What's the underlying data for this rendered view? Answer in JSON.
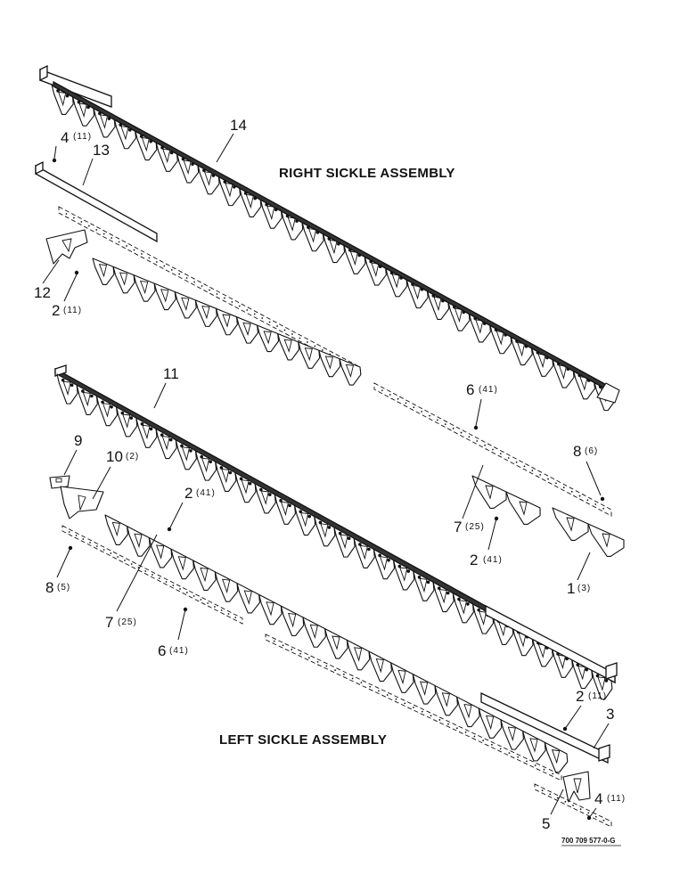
{
  "titles": {
    "right": "RIGHT SICKLE ASSEMBLY",
    "left": "LEFT SICKLE ASSEMBLY"
  },
  "part_code": "700 709 577-0-G",
  "callouts": [
    {
      "id": "c14",
      "number": "14",
      "qty": ""
    },
    {
      "id": "c13",
      "number": "13",
      "qty": ""
    },
    {
      "id": "c4a",
      "number": "4",
      "qty": "(11)"
    },
    {
      "id": "c12",
      "number": "12",
      "qty": ""
    },
    {
      "id": "c2a",
      "number": "2",
      "qty": "(11)"
    },
    {
      "id": "c11",
      "number": "11",
      "qty": ""
    },
    {
      "id": "c6a",
      "number": "6",
      "qty": "(41)"
    },
    {
      "id": "c8a",
      "number": "8",
      "qty": "(6)"
    },
    {
      "id": "c9",
      "number": "9",
      "qty": ""
    },
    {
      "id": "c10",
      "number": "10",
      "qty": "(2)"
    },
    {
      "id": "c2b",
      "number": "2",
      "qty": "(41)"
    },
    {
      "id": "c7a",
      "number": "7",
      "qty": "(25)"
    },
    {
      "id": "c2c",
      "number": "2",
      "qty": "(41)"
    },
    {
      "id": "c1",
      "number": "1",
      "qty": "(3)"
    },
    {
      "id": "c8b",
      "number": "8",
      "qty": "(5)"
    },
    {
      "id": "c7b",
      "number": "7",
      "qty": "(25)"
    },
    {
      "id": "c6b",
      "number": "6",
      "qty": "(41)"
    },
    {
      "id": "c2d",
      "number": "2",
      "qty": "(11)"
    },
    {
      "id": "c3",
      "number": "3",
      "qty": ""
    },
    {
      "id": "c4b",
      "number": "4",
      "qty": "(11)"
    },
    {
      "id": "c5",
      "number": "5",
      "qty": ""
    }
  ]
}
